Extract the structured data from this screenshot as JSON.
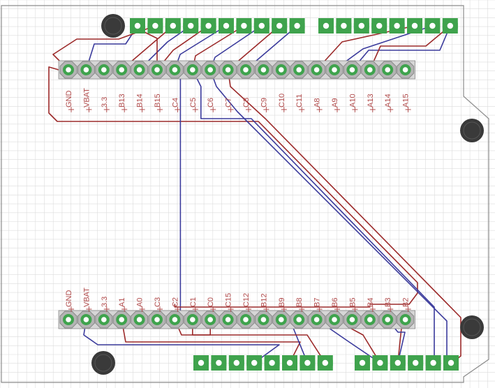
{
  "header_top": {
    "labels": [
      "GND",
      "VBAT",
      "3.3",
      "B13",
      "B14",
      "B15",
      "C4",
      "C5",
      "C6",
      "C7",
      "C8",
      "C9",
      "C10",
      "C11",
      "A8",
      "A9",
      "A10",
      "A13",
      "A14",
      "A15"
    ]
  },
  "header_bottom": {
    "labels": [
      "GND",
      "VBAT",
      "3.3",
      "A1",
      "A0",
      "C3",
      "C2",
      "C1",
      "C0",
      "C15",
      "C12",
      "B12",
      "B9",
      "B8",
      "B7",
      "B6",
      "B5",
      "B4",
      "B3",
      "B2"
    ]
  },
  "connectors": {
    "top_left_pin_count": 10,
    "top_right_pin_count": 8,
    "bottom_left_pin_count": 8,
    "bottom_right_pin_count": 6
  },
  "colors": {
    "grid": "#dcdcdc",
    "outline": "#8c8c8c",
    "pad": "#3fa34d",
    "pad_hole": "#ffffff",
    "header_pad": "#b4b4b4",
    "header_pad_ring": "#8a8a8a",
    "trace_top": "#9c2a2a",
    "trace_bottom": "#3b3b9c",
    "label_text": "#b04a4a",
    "mount_hole": "#3a3a3a"
  }
}
